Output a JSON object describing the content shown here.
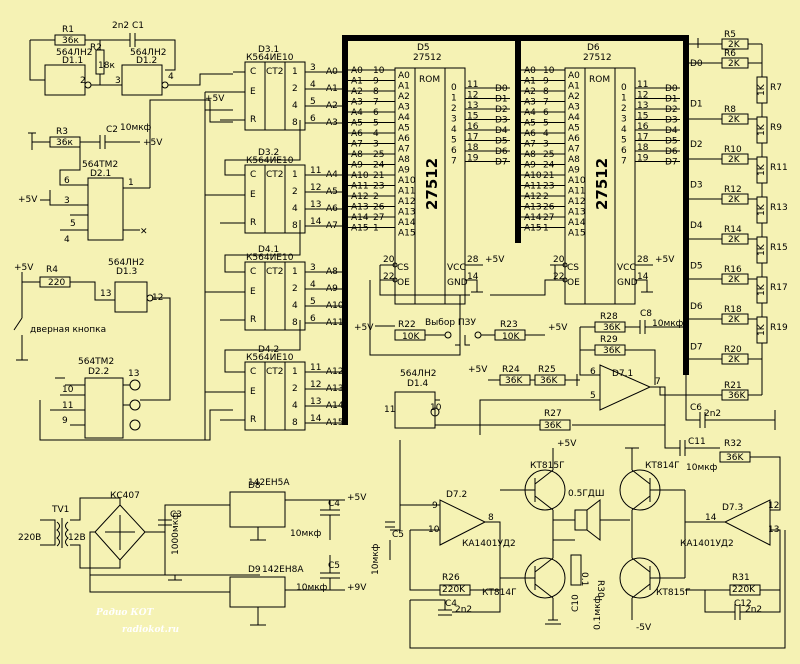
{
  "top_left": {
    "r1": "R1",
    "r1_val": "36к",
    "c1": "2n2 C1",
    "d11": "564ЛН2",
    "d11s": "D1.1",
    "d12": "564ЛН2",
    "d12s": "D1.2",
    "r2": "R2",
    "r2_val": "18к",
    "r3": "R3",
    "r3_val": "36к",
    "c2": "C2",
    "c2_val": "10мкф",
    "plus5v": "+5V",
    "d21": "564ТМ2",
    "d21s": "D2.1",
    "r4": "R4",
    "r4_val": "220",
    "d13": "564ЛН2",
    "d13s": "D1.3",
    "door": "дверная кнопка",
    "d22": "564ТМ2",
    "d22s": "D2.2"
  },
  "counters": [
    {
      "name": "D3.1",
      "type": "К564ИЕ10",
      "out": [
        "A0",
        "A1",
        "A2",
        "A3"
      ],
      "pins": [
        "3",
        "4",
        "5",
        "6"
      ]
    },
    {
      "name": "D3.2",
      "type": "К564ИЕ10",
      "out": [
        "A4",
        "A5",
        "A6",
        "A7"
      ],
      "pins": [
        "11",
        "12",
        "13",
        "14"
      ]
    },
    {
      "name": "D4.1",
      "type": "К564ИЕ10",
      "out": [
        "A8",
        "A9",
        "A10",
        "A11"
      ],
      "pins": [
        "3",
        "4",
        "5",
        "6"
      ]
    },
    {
      "name": "D4.2",
      "type": "К564ИЕ10",
      "out": [
        "A12",
        "A13",
        "A14",
        "A15"
      ],
      "pins": [
        "11",
        "12",
        "13",
        "14"
      ]
    }
  ],
  "counter_labels": {
    "c": "C",
    "e": "E",
    "r": "R",
    "ct2": "CT2",
    "p1": "1",
    "p2": "2",
    "p4": "4",
    "p8": "8"
  },
  "roms": [
    {
      "name": "D5",
      "type": "27512",
      "title": "ROM",
      "big": "27512"
    },
    {
      "name": "D6",
      "type": "27512",
      "title": "ROM",
      "big": "27512"
    }
  ],
  "rom_addr": [
    "A0",
    "A1",
    "A2",
    "A3",
    "A4",
    "A5",
    "A6",
    "A7",
    "A8",
    "A9",
    "A10",
    "A11",
    "A12",
    "A13",
    "A14",
    "A15"
  ],
  "rom_pins": [
    "10",
    "9",
    "8",
    "7",
    "6",
    "5",
    "4",
    "3",
    "25",
    "24",
    "21",
    "23",
    "2",
    "26",
    "27",
    "1"
  ],
  "rom_data": [
    "D0",
    "D1",
    "D2",
    "D3",
    "D4",
    "D5",
    "D6",
    "D7"
  ],
  "rom_dpins": [
    "11",
    "12",
    "13",
    "15",
    "16",
    "17",
    "18",
    "19"
  ],
  "rom_bits": [
    "0",
    "1",
    "2",
    "3",
    "4",
    "5",
    "6",
    "7"
  ],
  "rom_ctrl": {
    "cs": "CS",
    "oe": "OE",
    "vcc": "VCC",
    "gnd": "GND",
    "p20": "20",
    "p22": "22",
    "p28": "28",
    "p14": "14",
    "plus5v": "+5V"
  },
  "select": {
    "label": "Выбор ПЗУ",
    "r22": "R22",
    "r22_val": "10K",
    "r23": "R23",
    "r23_val": "10K",
    "plus5v": "+5V"
  },
  "ladder": {
    "left": [
      "R5 2K",
      "R6 2K",
      "R8 2K",
      "R10 2K",
      "R12 2K",
      "R14 2K",
      "R16 2K",
      "R18 2K",
      "R20 2K",
      "R21 36K"
    ],
    "right": [
      "R7 1K",
      "R9 1K",
      "R11 1K",
      "R13 1K",
      "R15 1K",
      "R17 1K",
      "R19 1K"
    ],
    "dlabels": [
      "D0",
      "D1",
      "D2",
      "D3",
      "D4",
      "D5",
      "D6",
      "D7"
    ]
  },
  "amp_mid": {
    "r28": "R28",
    "r28_val": "36K",
    "r29": "R29",
    "r29_val": "36K",
    "c8": "C8",
    "c8_val": "10мкф",
    "r24": "R24",
    "r24_val": "36K",
    "r25": "R25",
    "r25_val": "36K",
    "plus5v": "+5V",
    "d71": "D7.1",
    "r27": "R27",
    "r27_val": "36K",
    "c6": "C6",
    "c6_val": "2n2",
    "c11": "C11",
    "c11_val": "10мкф",
    "r32": "R32",
    "r32_val": "36K",
    "d14": "564ЛН2",
    "d14s": "D1.4"
  },
  "power": {
    "tv1": "TV1",
    "v220": "220В",
    "v12": "12В",
    "bridge": "КС407",
    "c3": "C3",
    "c3_val": "1000мкф",
    "reg1": "142ЕН5А",
    "reg1d": "D8",
    "reg2": "142ЕН8А",
    "reg2d": "D9",
    "c4": "C4",
    "c4_val": "10мкф",
    "c5": "C5",
    "c5_val": "10мкф",
    "out5": "+5V",
    "out9": "+9V"
  },
  "output": {
    "d72": "D7.2",
    "d72t": "КА1401УД2",
    "d73": "D7.3",
    "d73t": "КА1401УД2",
    "t1": "КТ815Г",
    "t2": "КТ814Г",
    "t3": "КТ814Г",
    "t4": "КТ815Г",
    "spk": "0.5ГДШ",
    "plus5v": "+5V",
    "minus5v": "-5V",
    "r26": "R26",
    "r26_val": "220K",
    "c4b": "C4",
    "c4b_val": "2n2",
    "r30": "R30",
    "r30_val": "0.1",
    "c10": "C10",
    "c10_val": "0.1мкф",
    "c5b": "C5",
    "c5b_val": "10мкф",
    "r31": "R31",
    "r31_val": "220K",
    "c12": "C12",
    "c12_val": "2n2"
  },
  "watermark": {
    "main": "Радио КОТ",
    "url": "radiokot.ru"
  }
}
